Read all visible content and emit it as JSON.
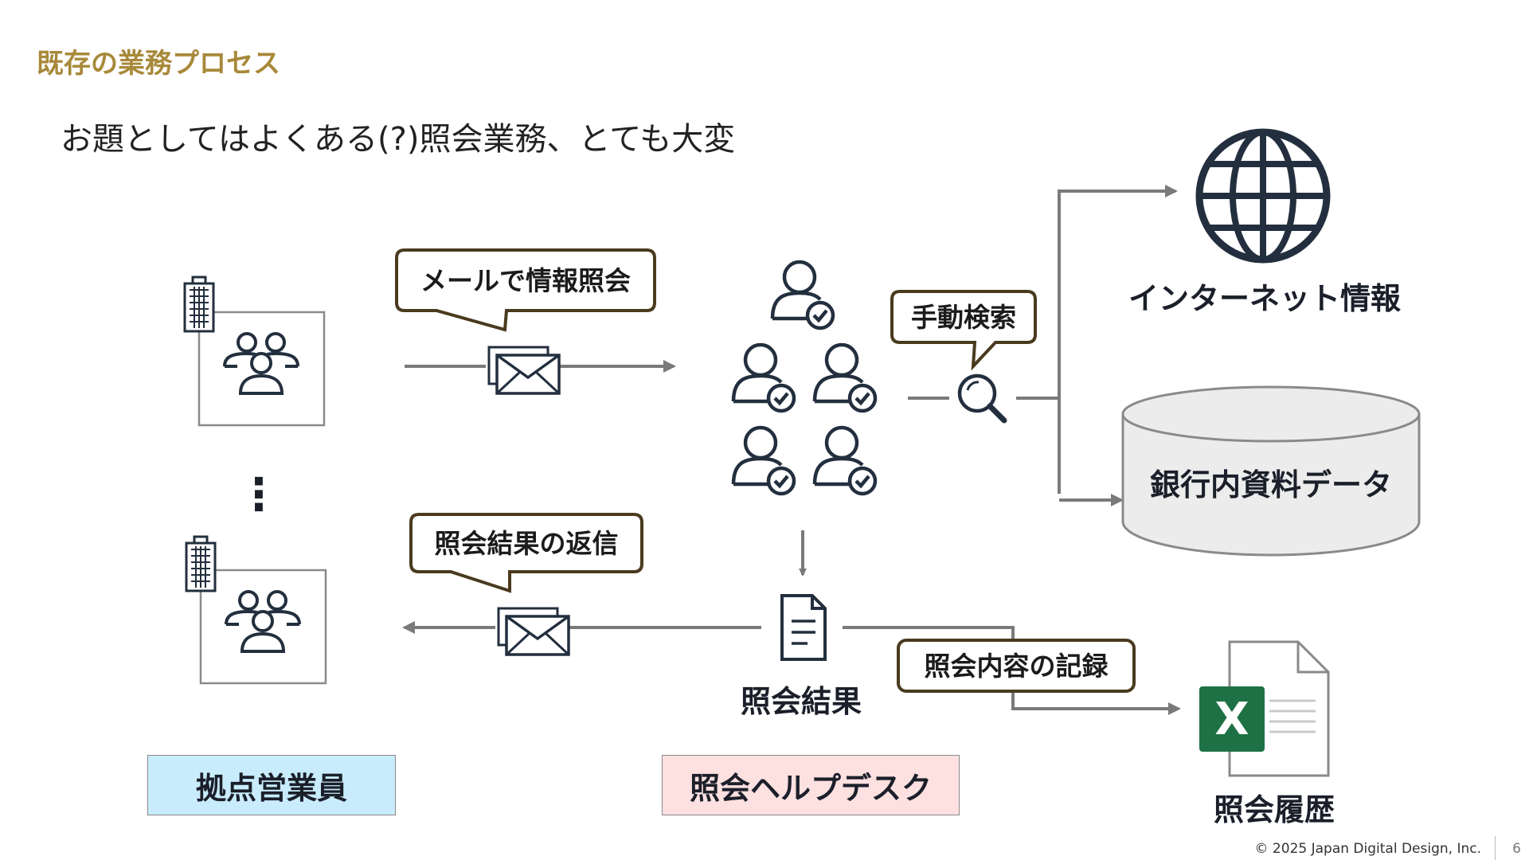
{
  "header": {
    "section_title": "既存の業務プロセス"
  },
  "subtitle": "お題としてはよくある(?)照会業務、とても大変",
  "bubbles": {
    "mail_inquiry": "メールで情報照会",
    "manual_search": "手動検索",
    "reply": "照会結果の返信",
    "record": "照会内容の記録"
  },
  "nodes": {
    "internet": "インターネット情報",
    "bank_data": "銀行内資料データ",
    "result": "照会結果",
    "history": "照会履歴",
    "ellipsis": "⋮",
    "excel_letter": "X"
  },
  "roles": {
    "sales": "拠点営業員",
    "helpdesk": "照会ヘルプデスク"
  },
  "footer": {
    "copyright": "© 2025 Japan Digital Design, Inc.",
    "page": "6"
  },
  "colors": {
    "accent": "#a8893a",
    "stroke": "#232f3e",
    "arrow": "#7a7a7a",
    "bubble_border": "#4a3a1e",
    "excel": "#1e7145",
    "sales_box": "#c8ecfb",
    "helpdesk_box": "#fde0e0"
  }
}
